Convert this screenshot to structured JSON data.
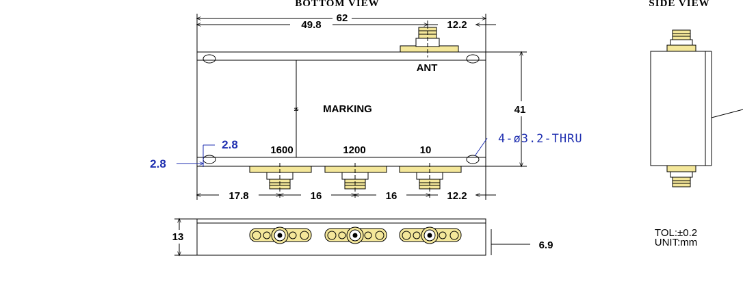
{
  "views": {
    "bottom_view_title": "BOTTOM VIEW",
    "side_view_title": "SIDE VIEW"
  },
  "dimensions": {
    "overall_width": "62",
    "to_ant_connector": "49.8",
    "ant_offset_right": "12.2",
    "height": "41",
    "hole_offset_x": "2.8",
    "hole_offset_y": "2.8",
    "left_to_first_port": "17.8",
    "port_pitch_1": "16",
    "port_pitch_2": "16",
    "last_port_to_right": "12.2",
    "thickness": "13",
    "connector_height": "6.9"
  },
  "labels": {
    "ant": "ANT",
    "marking": "MARKING",
    "marking_small": "35",
    "port_1": "1600",
    "port_2": "1200",
    "port_3": "10",
    "holes_note": "4-ø3.2-THRU"
  },
  "notes": {
    "tolerance": "TOL:±0.2",
    "unit": "UNIT:mm"
  },
  "colors": {
    "line": "#000000",
    "highlight_dim": "#1f2fb0",
    "connector_fill": "#f4e79a"
  }
}
